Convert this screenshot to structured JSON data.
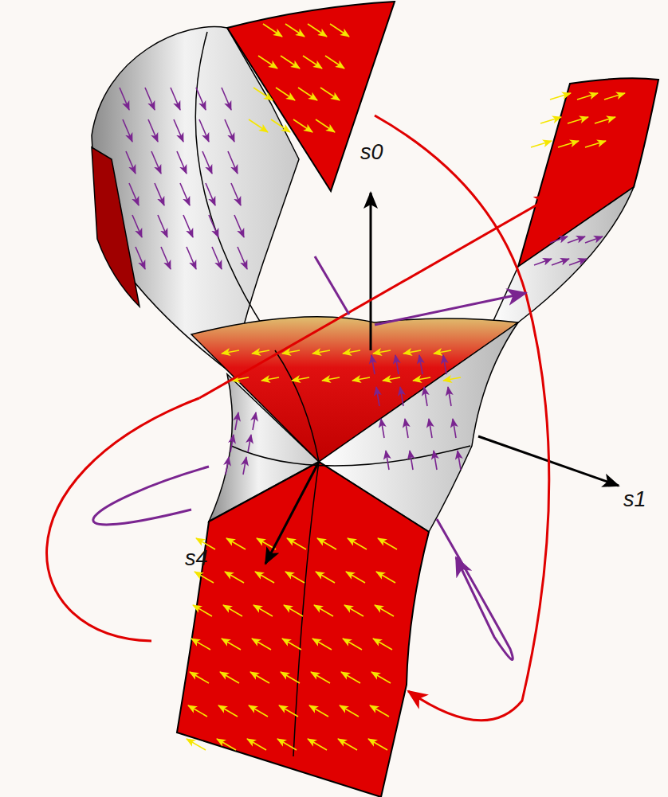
{
  "diagram": {
    "labels": [
      "s0",
      "s1",
      "s4"
    ]
  }
}
